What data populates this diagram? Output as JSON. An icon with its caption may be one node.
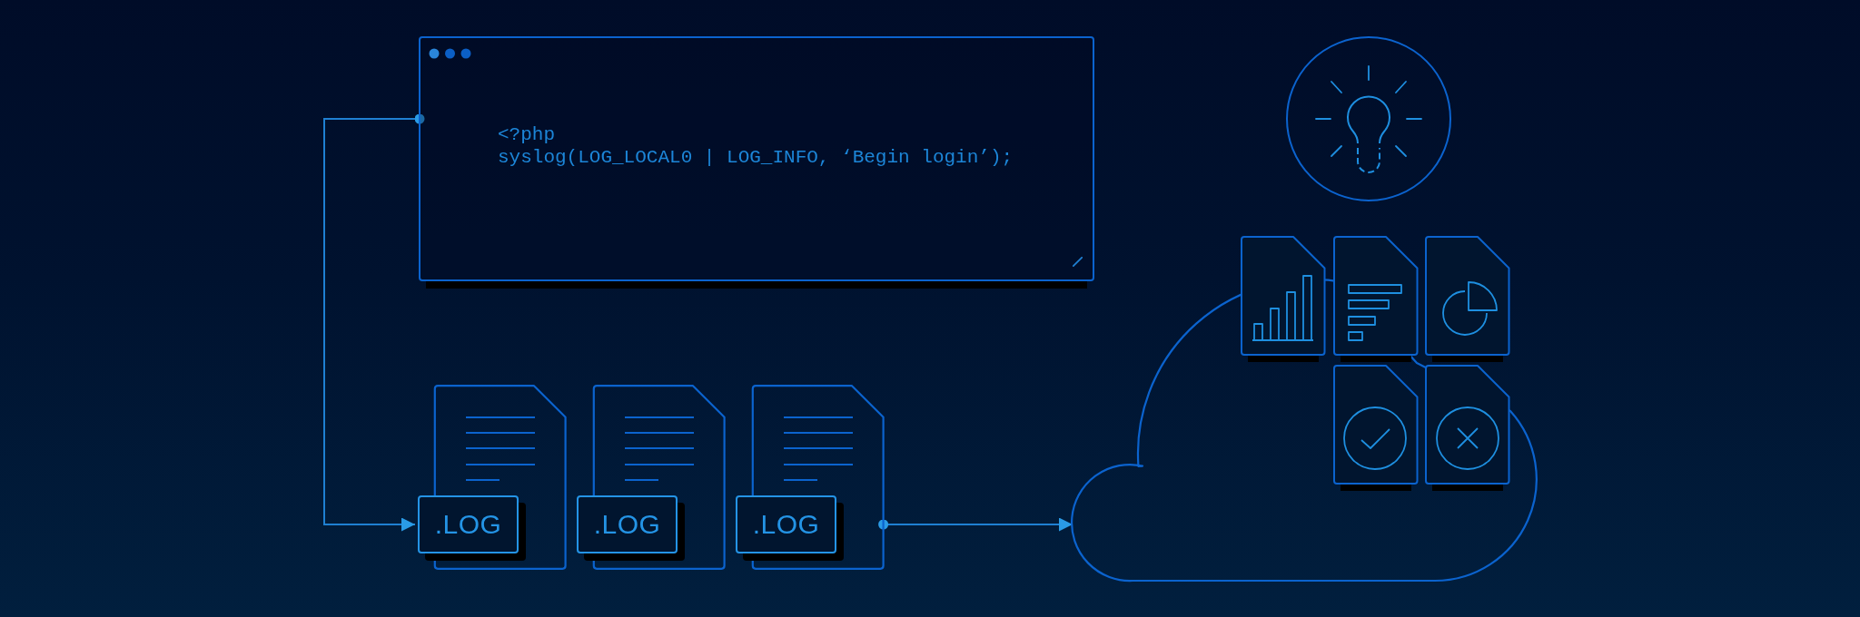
{
  "diagram": {
    "nodes": [
      {
        "text": [
          "<?php",
          "syslog(LOG_LOCAL0 | LOG_INFO, ‘Begin login’);"
        ]
      },
      {
        "text": [
          ".LOG"
        ]
      },
      {
        "text": [
          ".LOG"
        ]
      },
      {
        "text": [
          ".LOG"
        ]
      },
      {
        "text": [],
        "shape": "cloud"
      }
    ],
    "edges": [
      {
        "from": 0,
        "to": 1,
        "arrow": "to"
      },
      {
        "from": 3,
        "to": 4,
        "arrow": "to"
      }
    ]
  }
}
